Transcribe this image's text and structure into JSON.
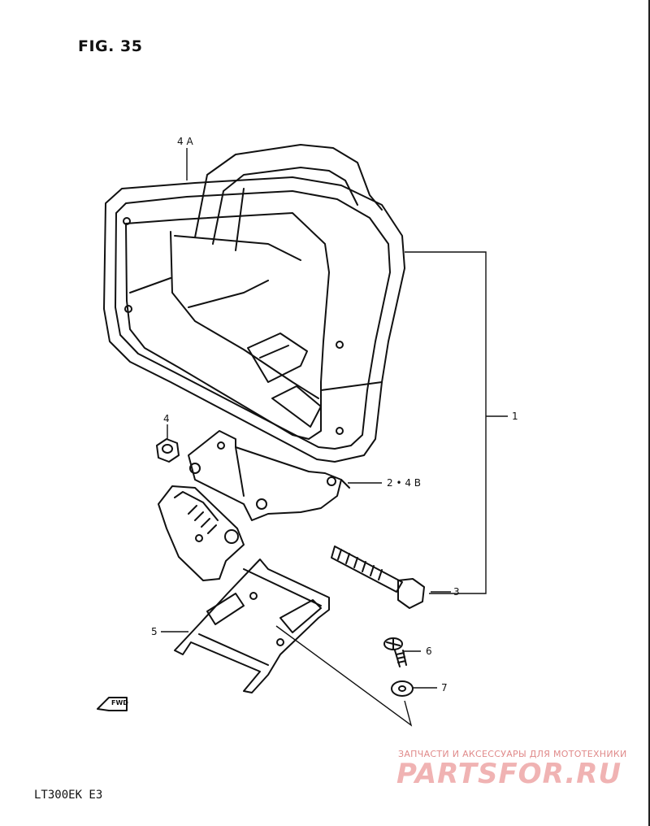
{
  "figure": {
    "title": "FIG. 35",
    "model": "LT300EK  E3"
  },
  "callouts": {
    "c1": "1",
    "c2": "2 • 4 B",
    "c3": "3",
    "c4": "4",
    "c4a": "4 A",
    "c5": "5",
    "c6": "6",
    "c7": "7"
  },
  "direction_tag": "FWD",
  "watermark": {
    "subtitle": "ЗАПЧАСТИ И АКСЕССУАРЫ ДЛЯ МОТОТЕХНИКИ",
    "brand": "PARTSFOR.RU"
  }
}
